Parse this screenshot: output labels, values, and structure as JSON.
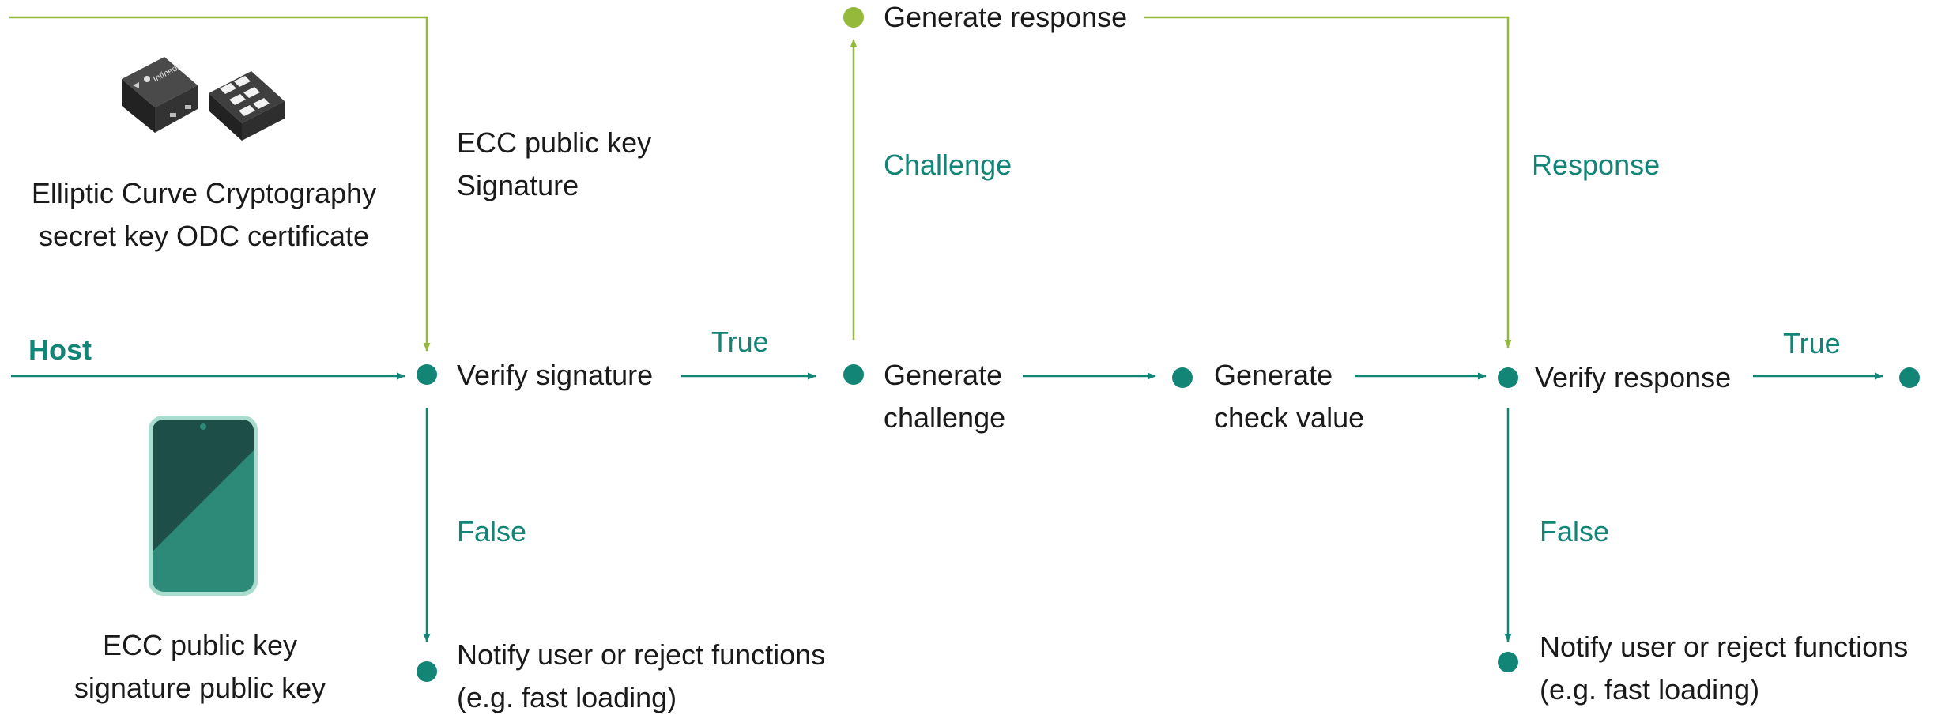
{
  "colors": {
    "teal": "#138577",
    "lime": "#95b93b",
    "text": "#1a1a1a",
    "phone_light": "#a9dccf",
    "phone_mid": "#2e8a78",
    "phone_dark": "#1d4f48"
  },
  "chip": {
    "caption_line1": "Elliptic Curve Cryptography",
    "caption_line2": "secret key ODC certificate"
  },
  "host": {
    "label": "Host",
    "caption_line1": "ECC public key",
    "caption_line2": "signature public key"
  },
  "edge_labels": {
    "cert_line1": "ECC public key",
    "cert_line2": "Signature",
    "challenge": "Challenge",
    "response": "Response",
    "true_1": "True",
    "true_2": "True",
    "false_1": "False",
    "false_2": "False"
  },
  "nodes": {
    "verify_signature": "Verify signature",
    "generate_challenge_line1": "Generate",
    "generate_challenge_line2": "challenge",
    "generate_check_line1": "Generate",
    "generate_check_line2": "check value",
    "verify_response": "Verify response",
    "generate_response": "Generate response",
    "notify_1_line1": "Notify user or reject functions",
    "notify_1_line2": "(e.g. fast loading)",
    "notify_2_line1": "Notify user or reject functions",
    "notify_2_line2": "(e.g. fast loading)"
  }
}
